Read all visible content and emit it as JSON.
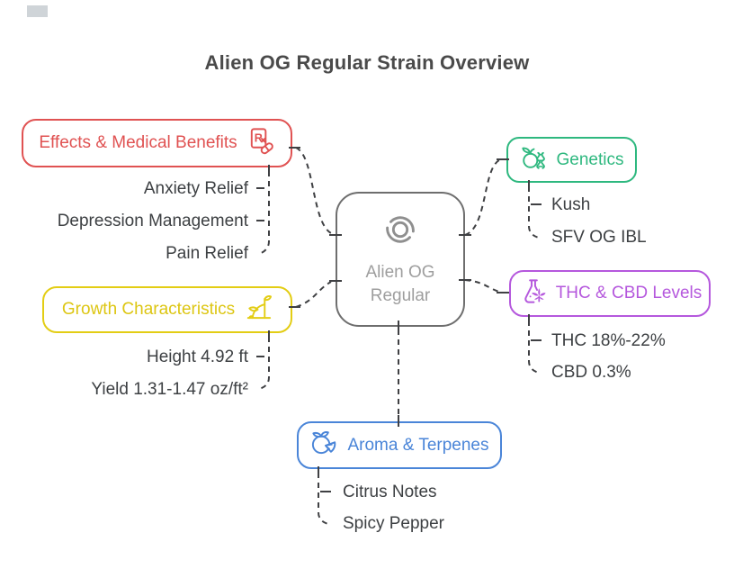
{
  "title": "Alien OG Regular Strain Overview",
  "center_node": {
    "icon": "sync-icon",
    "line1": "Alien OG",
    "line2": "Regular"
  },
  "categories": {
    "effects": {
      "label": "Effects & Medical Benefits",
      "color": "#e05252",
      "icon": "prescription-icon",
      "items": [
        "Anxiety Relief",
        "Depression Management",
        "Pain Relief"
      ]
    },
    "genetics": {
      "label": "Genetics",
      "color": "#2eb87f",
      "icon": "apple-dna-icon",
      "items": [
        "Kush",
        "SFV OG IBL"
      ]
    },
    "growth": {
      "label": "Growth Characteristics",
      "color": "#e3cd14",
      "icon": "plant-icon",
      "items": [
        "Height 4.92 ft",
        "Yield 1.31-1.47 oz/ft²"
      ]
    },
    "thc": {
      "label": "THC & CBD Levels",
      "color": "#b558dd",
      "icon": "flask-leaf-icon",
      "items": [
        "THC 18%-22%",
        "CBD 0.3%"
      ]
    },
    "aroma": {
      "label": "Aroma & Terpenes",
      "color": "#4a85d8",
      "icon": "orange-icon",
      "items": [
        "Citrus Notes",
        "Spicy Pepper"
      ]
    }
  },
  "style_tokens": {
    "connector_color": "#3f4043",
    "item_text_color": "#3d4043",
    "title_color": "#4a4a4a",
    "node_border_color": "#6e6e6e",
    "node_text_color": "#9e9e9e"
  }
}
